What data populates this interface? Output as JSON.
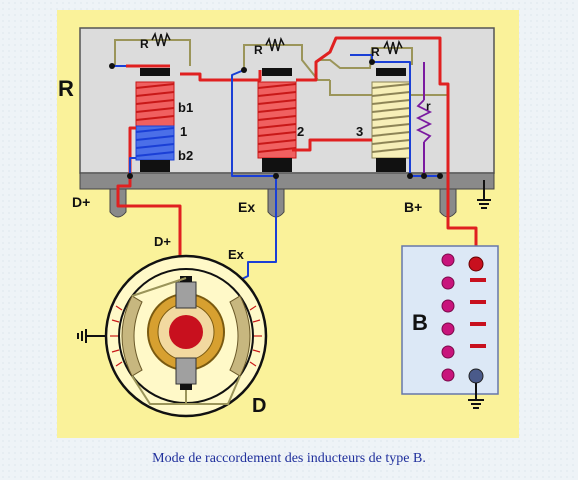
{
  "labels": {
    "regulator": "R",
    "b1": "b1",
    "coil1": "1",
    "b2": "b2",
    "coil2": "2",
    "coil3": "3",
    "r1": "R",
    "r2": "R",
    "r3": "R",
    "rI": "r",
    "dplus_terminal": "D+",
    "ex_terminal": "Ex",
    "bplus_terminal": "B+",
    "dplus_dynamo": "D+",
    "ex_dynamo": "Ex",
    "dynamo": "D",
    "battery": "B"
  },
  "caption": "Mode de raccordement des inducteurs de type B.",
  "colors": {
    "background_yellow": "#faf29a",
    "regulator_box": "#dcdcdc",
    "base_bar": "#8a8a8a",
    "wire_red": "#e02020",
    "wire_blue": "#1a3fd6",
    "wire_olive": "#9b955a",
    "battery": "#dce8f6",
    "battery_cell": "#c8147c",
    "caption": "#1f2f9c"
  }
}
